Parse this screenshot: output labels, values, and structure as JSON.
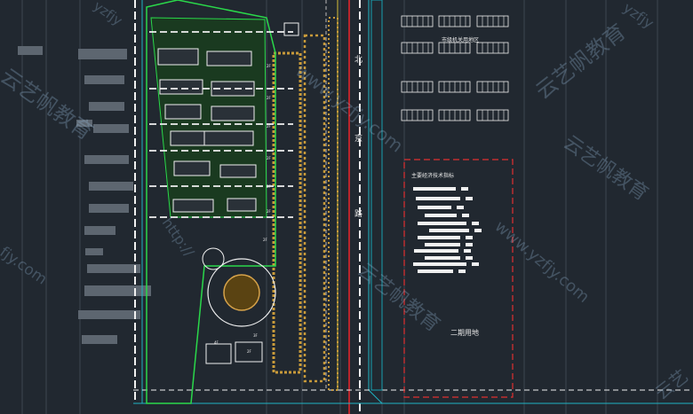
{
  "drawing": {
    "colors": {
      "background": "#212830",
      "road_yellow": "#c89a3a",
      "green_line": "#2ad84a",
      "red_line": "#e0242a",
      "cyan_line": "#1fb5c4",
      "white": "#f0f0f0",
      "phase2_boundary": "#e03030"
    },
    "parking_label": "市级机关用地区",
    "road_name_chars": [
      "北",
      "京",
      "路"
    ],
    "tech_title": "主要经济技术指标",
    "phase2_label": "二期用地",
    "building_tags": [
      "2F",
      "2F",
      "2F",
      "2F",
      "2F",
      "2F",
      "2F",
      "3F",
      "4F",
      "2F"
    ]
  },
  "watermarks": {
    "brand_cn": "云艺帆教育",
    "url": "www.yzfjy.com",
    "url_short": "yzfjy",
    "url_tail": "fjy.com",
    "fragment_cn": "云艺",
    "fragment_url": "http://"
  }
}
